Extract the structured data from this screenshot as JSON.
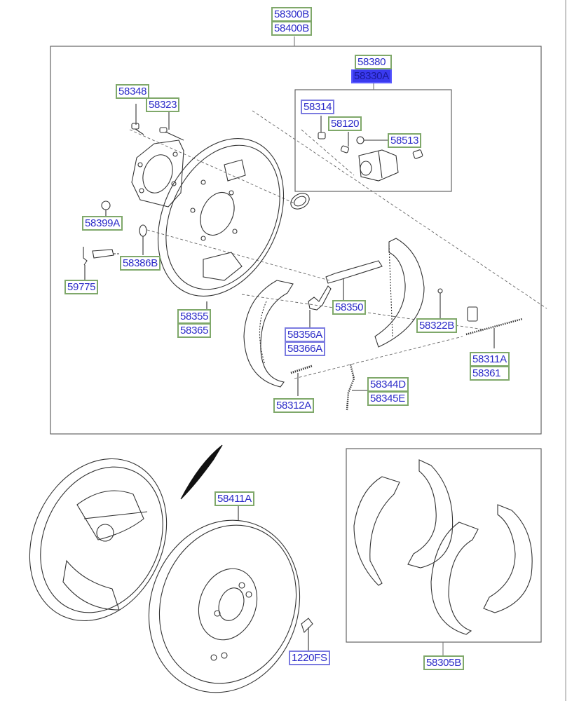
{
  "diagram": {
    "title": "Rear Drum Brake Assembly - Exploded Parts View",
    "colors": {
      "label_text": "#2b2bc8",
      "label_border_green": "#7fa86a",
      "label_border_blue": "#7b7be0",
      "selected_fill": "#3a3aef",
      "line": "#333333"
    },
    "assembly_label": {
      "primary": "58300B",
      "secondary": "58400B"
    },
    "wheel_cylinder_group": {
      "primary": "58380",
      "secondary": "58330A",
      "selected": "58330A"
    },
    "labels": {
      "p58348": "58348",
      "p58323": "58323",
      "p58314": "58314",
      "p58120": "58120",
      "p58513": "58513",
      "p58399A": "58399A",
      "p58386B": "58386B",
      "p59775": "59775",
      "p58355": "58355",
      "p58365": "58365",
      "p58350": "58350",
      "p58356A": "58356A",
      "p58366A": "58366A",
      "p58322B": "58322B",
      "p58311A": "58311A",
      "p58361": "58361",
      "p58344D": "58344D",
      "p58345E": "58345E",
      "p58312A": "58312A",
      "p58411A": "58411A",
      "p1220FS": "1220FS",
      "p58305B": "58305B"
    }
  }
}
